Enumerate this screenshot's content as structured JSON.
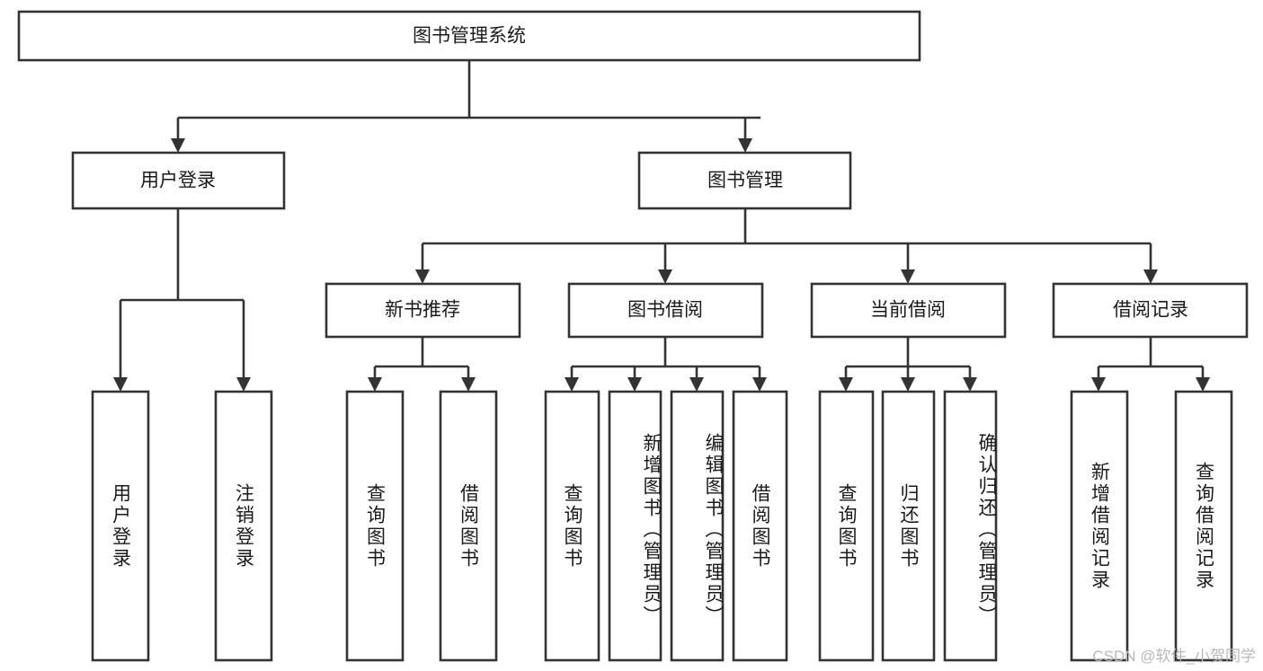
{
  "diagram": {
    "title": "图书管理系统",
    "type": "tree",
    "watermark": "CSDN @软件_小贺同学",
    "colors": {
      "box_stroke": "#333333",
      "box_fill": "#ffffff",
      "text": "#1a1a1a",
      "watermark": "#b8b8b8",
      "background": "#ffffff"
    },
    "nodes": {
      "root": {
        "label": "图书管理系统",
        "orientation": "horizontal"
      },
      "level2": [
        {
          "id": "user-login",
          "label": "用户登录",
          "orientation": "horizontal"
        },
        {
          "id": "book-manage",
          "label": "图书管理",
          "orientation": "horizontal"
        }
      ],
      "level3": [
        {
          "id": "new-book-recommend",
          "label": "新书推荐",
          "orientation": "horizontal"
        },
        {
          "id": "book-borrow",
          "label": "图书借阅",
          "orientation": "horizontal"
        },
        {
          "id": "current-borrow",
          "label": "当前借阅",
          "orientation": "horizontal"
        },
        {
          "id": "borrow-record",
          "label": "借阅记录",
          "orientation": "horizontal"
        }
      ],
      "leaves": [
        {
          "id": "leaf-user-login",
          "label": "用户登录",
          "parent": "user-login",
          "orientation": "vertical"
        },
        {
          "id": "leaf-logout",
          "label": "注销登录",
          "parent": "user-login",
          "orientation": "vertical"
        },
        {
          "id": "leaf-query-book-1",
          "label": "查询图书",
          "parent": "new-book-recommend",
          "orientation": "vertical"
        },
        {
          "id": "leaf-borrow-book-1",
          "label": "借阅图书",
          "parent": "new-book-recommend",
          "orientation": "vertical"
        },
        {
          "id": "leaf-query-book-2",
          "label": "查询图书",
          "parent": "book-borrow",
          "orientation": "vertical"
        },
        {
          "id": "leaf-add-book",
          "label": "新增图书（管理员）",
          "parent": "book-borrow",
          "orientation": "vertical"
        },
        {
          "id": "leaf-edit-book",
          "label": "编辑图书（管理员）",
          "parent": "book-borrow",
          "orientation": "vertical"
        },
        {
          "id": "leaf-borrow-book-2",
          "label": "借阅图书",
          "parent": "book-borrow",
          "orientation": "vertical"
        },
        {
          "id": "leaf-query-book-3",
          "label": "查询图书",
          "parent": "current-borrow",
          "orientation": "vertical"
        },
        {
          "id": "leaf-return-book",
          "label": "归还图书",
          "parent": "current-borrow",
          "orientation": "vertical"
        },
        {
          "id": "leaf-confirm-return",
          "label": "确认归还（管理员）",
          "parent": "current-borrow",
          "orientation": "vertical"
        },
        {
          "id": "leaf-add-record",
          "label": "新增借阅记录",
          "parent": "borrow-record",
          "orientation": "vertical"
        },
        {
          "id": "leaf-query-record",
          "label": "查询借阅记录",
          "parent": "borrow-record",
          "orientation": "vertical"
        }
      ]
    }
  }
}
